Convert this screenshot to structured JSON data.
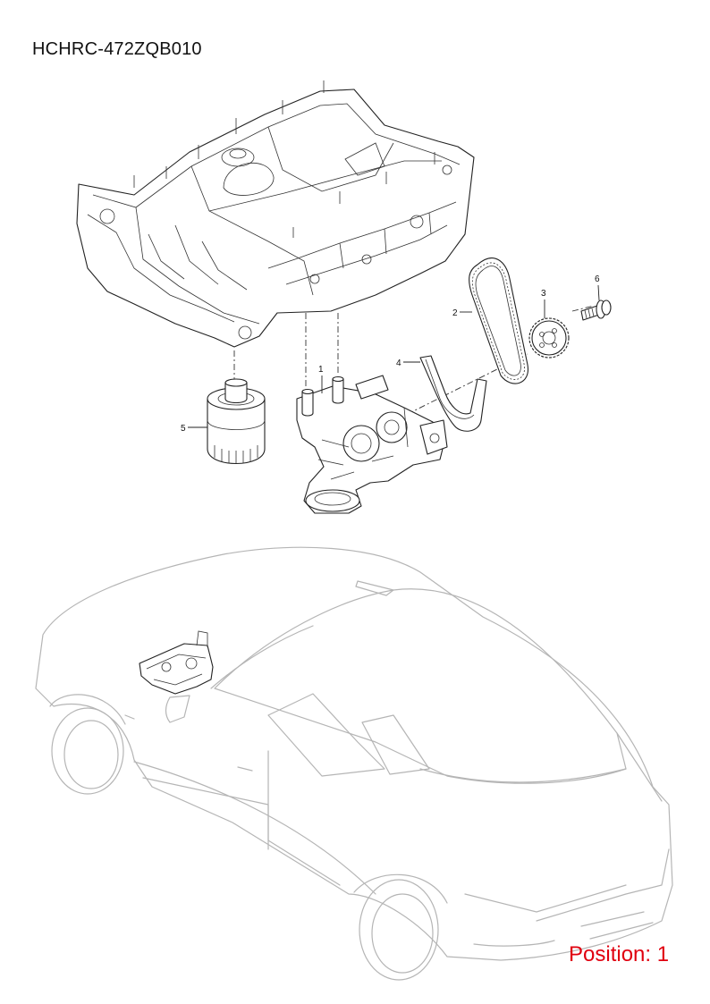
{
  "header": {
    "diagram_code": "HCHRC-472ZQB010"
  },
  "footer": {
    "position_label": "Position: 1"
  },
  "callouts": [
    {
      "number": "1",
      "part": "oil-pump-assembly"
    },
    {
      "number": "2",
      "part": "drive-chain"
    },
    {
      "number": "3",
      "part": "sprocket"
    },
    {
      "number": "4",
      "part": "chain-guide"
    },
    {
      "number": "5",
      "part": "oil-filter"
    },
    {
      "number": "6",
      "part": "bolt"
    }
  ],
  "colors": {
    "position_text": "#e0000f",
    "line_art": "#222222",
    "vehicle_outline": "#b5b5b5"
  }
}
